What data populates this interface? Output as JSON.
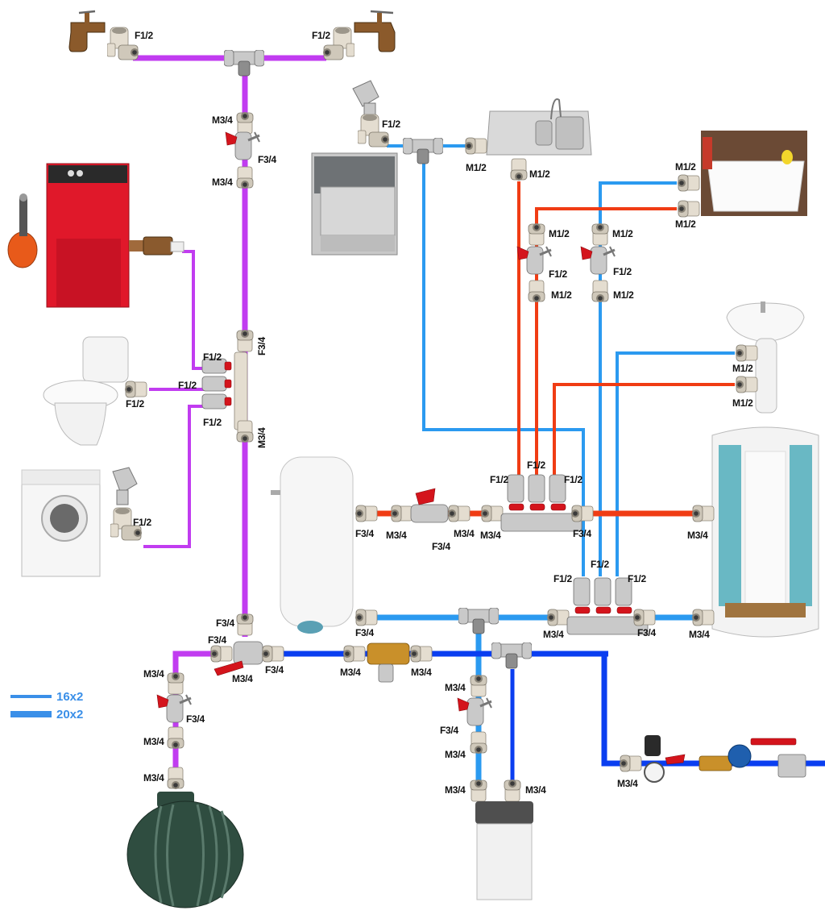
{
  "title": "Water supply plumbing schematic",
  "colors": {
    "purple_pipe": "#c13cf0",
    "cold_pipe_light": "#2b9af0",
    "cold_pipe_main": "#0a3ef0",
    "hot_pipe": "#f03c14",
    "legend_text": "#3a8fe8"
  },
  "legend": {
    "items": [
      {
        "label": "16x2",
        "pipe": "thin"
      },
      {
        "label": "20x2",
        "pipe": "thick"
      }
    ]
  },
  "appliances": {
    "garden_tap_left": "garden-tap",
    "garden_tap_right": "garden-tap",
    "boiler": "gas-boiler",
    "toilet": "toilet",
    "washing_machine": "washing-machine",
    "dishwasher": "dishwasher",
    "kitchen_sink": "kitchen-sink",
    "vessel_sink": "vessel-sink",
    "pedestal_basin": "pedestal-basin",
    "shower_cabin": "shower-cabin",
    "water_heater": "water-heater",
    "rain_tank": "underground-tank",
    "water_softener": "water-softener",
    "inlet_assembly": "pressure-reducer-meter-valve"
  },
  "labels": {
    "tap_left": "F1/2",
    "tap_right": "F1/2",
    "main_valve_top": "M3/4",
    "main_valve_side": "F3/4",
    "main_valve_bottom": "M3/4",
    "dw_elbow": "F1/2",
    "sink_side": "M1/2",
    "sink_bottom": "M1/2",
    "vessel_top": "M1/2",
    "vessel_bottom": "M1/2",
    "valve_hot_top": "M1/2",
    "valve_hot_side": "F1/2",
    "valve_hot_bottom": "M1/2",
    "valve_cold_top": "M1/2",
    "valve_cold_side": "F1/2",
    "valve_cold_bottom": "M1/2",
    "manifold_top": "F3/4",
    "manifold_out1": "F1/2",
    "manifold_out2": "F1/2",
    "manifold_out3": "F1/2",
    "manifold_bottom": "M3/4",
    "toilet_fit": "F1/2",
    "wm_elbow": "F1/2",
    "basin_cold": "M1/2",
    "basin_hot": "M1/2",
    "heater_hot": "F3/4",
    "hot_valve_left": "M3/4",
    "hot_valve_side": "F3/4",
    "hot_valve_right": "M3/4",
    "hot_man_in": "M3/4",
    "hot_man_o1": "F1/2",
    "hot_man_o2": "F1/2",
    "hot_man_o3": "F1/2",
    "hot_man_out": "F3/4",
    "shower_hot": "M3/4",
    "cold_man_o1": "F1/2",
    "cold_man_o2": "F1/2",
    "cold_man_o3": "F1/2",
    "heater_cold": "F3/4",
    "cold_man_in": "M3/4",
    "cold_man_out": "F3/4",
    "shower_cold": "M3/4",
    "threeway_top": "F3/4",
    "threeway_left": "F3/4",
    "threeway_bottom": "M3/4",
    "threeway_right": "F3/4",
    "prv_left": "M3/4",
    "prv_right": "M3/4",
    "tank_valve_top": "M3/4",
    "tank_valve_side": "F3/4",
    "tank_valve_bottom": "M3/4",
    "tank_inlet": "M3/4",
    "soft_valve_top": "M3/4",
    "soft_valve_side": "F3/4",
    "soft_valve_bottom": "M3/4",
    "soft_in_left": "M3/4",
    "soft_in_right": "M3/4",
    "inlet_fit": "M3/4"
  }
}
